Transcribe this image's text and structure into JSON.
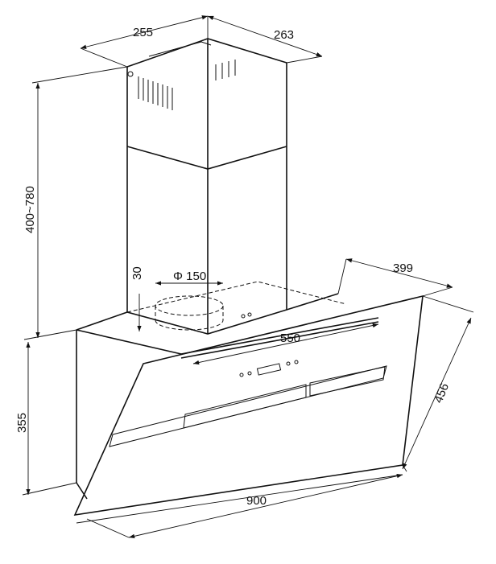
{
  "title": "Range hood dimension drawing",
  "dimensions": {
    "chimney_width": "255",
    "chimney_depth": "263",
    "chimney_height": "400~780",
    "duct_offset": "30",
    "duct_diameter": "Φ 150",
    "canopy_depth": "399",
    "canopy_inner_width": "550",
    "glass_height": "456",
    "body_height": "355",
    "total_width": "900"
  }
}
